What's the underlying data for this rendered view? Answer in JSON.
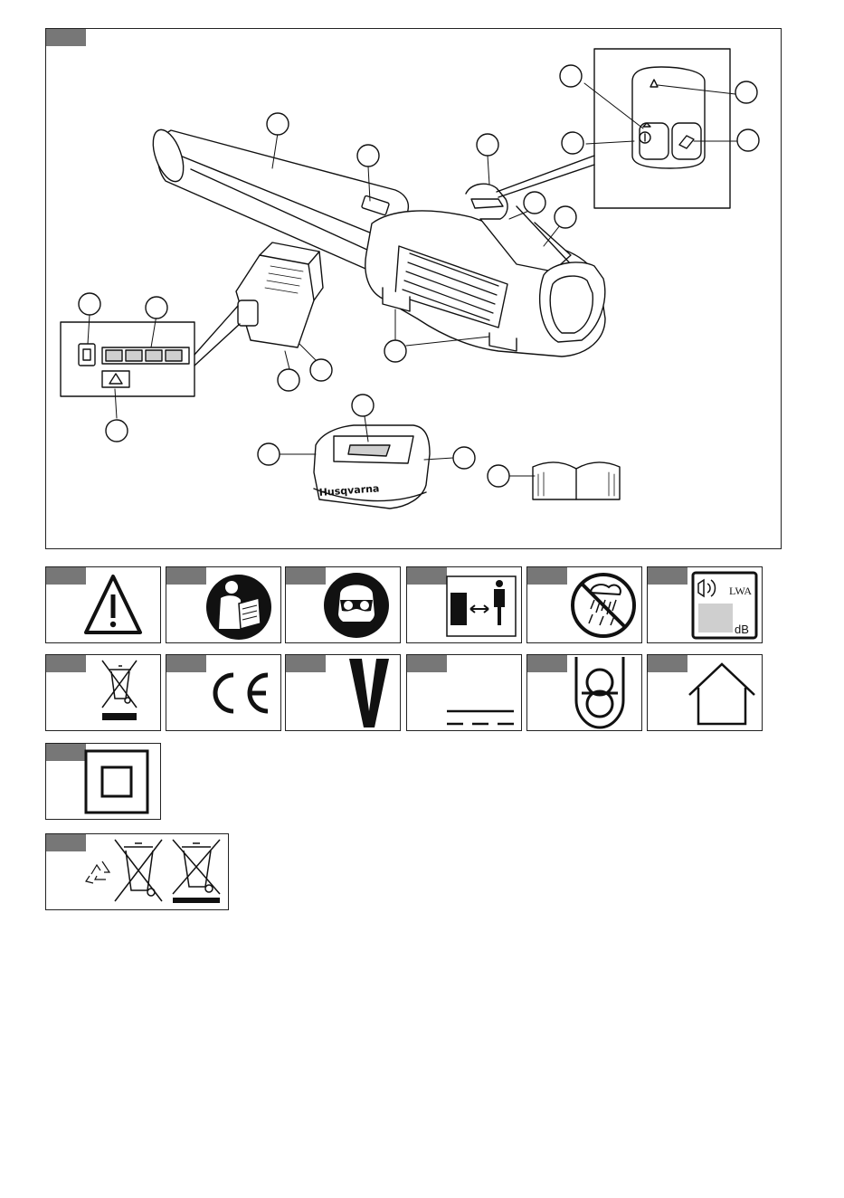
{
  "page": {
    "brand_logo_text": "Husqvarna",
    "label_lwa": "LWA",
    "label_db": "dB",
    "ce_mark": "CE",
    "volt_mark": "V"
  },
  "colors": {
    "tag": "#777777",
    "line": "#111111",
    "gray_fill": "#cfcfcf"
  },
  "figure_main": {
    "callout_count": 21,
    "battery_indicator_segments": 4
  },
  "symbols": [
    {
      "id": "warning",
      "icon": "warning-triangle-icon"
    },
    {
      "id": "read-manual",
      "icon": "read-manual-icon"
    },
    {
      "id": "eye-protection",
      "icon": "eye-protection-icon"
    },
    {
      "id": "safety-distance",
      "icon": "distance-person-icon"
    },
    {
      "id": "no-rain",
      "icon": "no-rain-icon"
    },
    {
      "id": "sound-power",
      "icon": "sound-power-icon"
    },
    {
      "id": "weee",
      "icon": "crossed-bin-icon"
    },
    {
      "id": "ce",
      "icon": "ce-mark-icon"
    },
    {
      "id": "volt",
      "icon": "volt-icon"
    },
    {
      "id": "dc",
      "icon": "direct-current-icon"
    },
    {
      "id": "safety-transformer",
      "icon": "safety-transformer-icon"
    },
    {
      "id": "indoor-use",
      "icon": "house-icon"
    },
    {
      "id": "class-ii",
      "icon": "double-insulation-icon"
    },
    {
      "id": "recycling",
      "icon": "recycle-crossed-bins-icon"
    }
  ]
}
